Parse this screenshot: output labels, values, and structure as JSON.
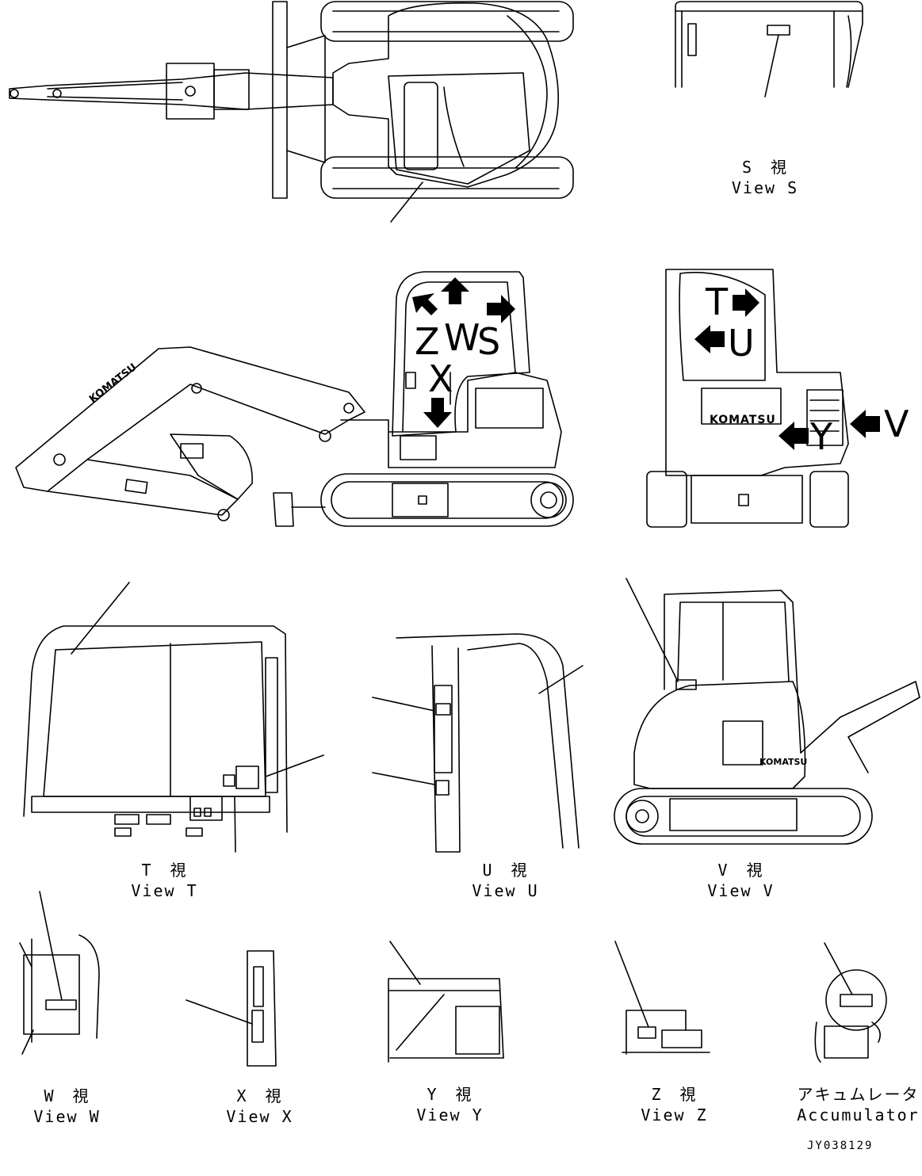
{
  "views": {
    "S": {
      "jp": "S　視",
      "en": "View S"
    },
    "T": {
      "jp": "T　視",
      "en": "View T"
    },
    "U": {
      "jp": "U　視",
      "en": "View U"
    },
    "V": {
      "jp": "V　視",
      "en": "View V"
    },
    "W": {
      "jp": "W　視",
      "en": "View W"
    },
    "X": {
      "jp": "X　視",
      "en": "View X"
    },
    "Y": {
      "jp": "Y　視",
      "en": "View Y"
    },
    "Z": {
      "jp": "Z　視",
      "en": "View Z"
    },
    "Acc": {
      "jp": "アキュムレータ",
      "en": "Accumulator"
    }
  },
  "view_letters": {
    "Z": "Z",
    "W": "W",
    "S": "S",
    "X": "X",
    "T": "T",
    "U": "U",
    "Y": "Y",
    "V": "V"
  },
  "brand": "KOMATSU",
  "drawing_code": "JY038129",
  "colors": {
    "line": "#000000",
    "arrow": "#000000",
    "background": "#ffffff"
  }
}
